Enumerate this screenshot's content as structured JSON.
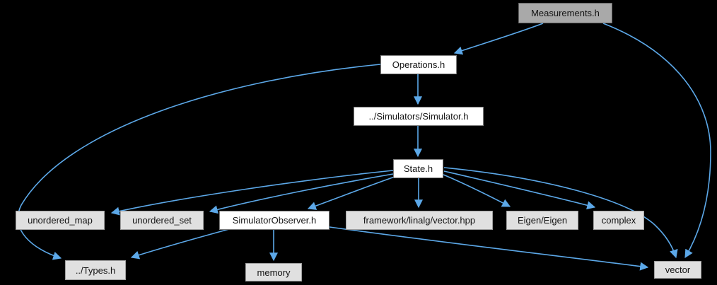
{
  "diagram": {
    "type": "include-dependency-graph",
    "colors": {
      "background": "#000000",
      "edge": "#5ca8e8",
      "node_fill_main": "#a9a9a9",
      "node_fill_file": "#ffffff",
      "node_fill_system": "#e0e0e0",
      "node_text": "#141414"
    },
    "nodes": [
      {
        "id": "measurements",
        "label": "Measurements.h",
        "kind": "main"
      },
      {
        "id": "operations",
        "label": "Operations.h",
        "kind": "file"
      },
      {
        "id": "simulator",
        "label": "../Simulators/Simulator.h",
        "kind": "file"
      },
      {
        "id": "state",
        "label": "State.h",
        "kind": "file"
      },
      {
        "id": "unordered-map",
        "label": "unordered_map",
        "kind": "system"
      },
      {
        "id": "unordered-set",
        "label": "unordered_set",
        "kind": "system"
      },
      {
        "id": "simulator-observer",
        "label": "SimulatorObserver.h",
        "kind": "file"
      },
      {
        "id": "vector-hpp",
        "label": "framework/linalg/vector.hpp",
        "kind": "system"
      },
      {
        "id": "eigen",
        "label": "Eigen/Eigen",
        "kind": "system"
      },
      {
        "id": "complex",
        "label": "complex",
        "kind": "system"
      },
      {
        "id": "types",
        "label": "../Types.h",
        "kind": "system"
      },
      {
        "id": "memory",
        "label": "memory",
        "kind": "system"
      },
      {
        "id": "vector",
        "label": "vector",
        "kind": "system"
      }
    ],
    "edges": [
      {
        "from": "measurements",
        "to": "operations"
      },
      {
        "from": "measurements",
        "to": "vector"
      },
      {
        "from": "operations",
        "to": "simulator"
      },
      {
        "from": "operations",
        "to": "types"
      },
      {
        "from": "simulator",
        "to": "state"
      },
      {
        "from": "state",
        "to": "unordered-map"
      },
      {
        "from": "state",
        "to": "unordered-set"
      },
      {
        "from": "state",
        "to": "simulator-observer"
      },
      {
        "from": "state",
        "to": "vector-hpp"
      },
      {
        "from": "state",
        "to": "eigen"
      },
      {
        "from": "state",
        "to": "complex"
      },
      {
        "from": "state",
        "to": "vector"
      },
      {
        "from": "simulator-observer",
        "to": "types"
      },
      {
        "from": "simulator-observer",
        "to": "memory"
      },
      {
        "from": "simulator-observer",
        "to": "vector"
      }
    ]
  }
}
